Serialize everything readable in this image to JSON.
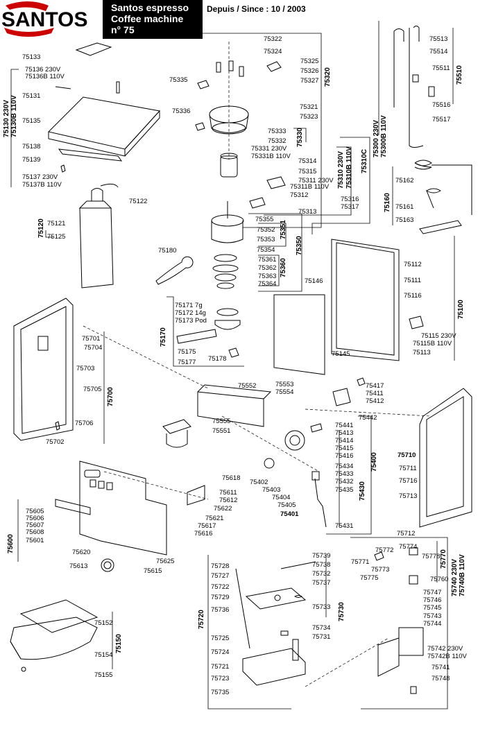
{
  "header": {
    "brand": "SANTOS",
    "line1": "Santos espresso",
    "line2": "Coffee machine",
    "line3": "n° 75",
    "since": "Depuis / Since : 10 / 2003"
  },
  "labels": {
    "p75322": "75322",
    "p75324": "75324",
    "p75325": "75325",
    "p75326": "75326",
    "p75327": "75327",
    "p75335": "75335",
    "p75321": "75321",
    "p75336": "75336",
    "p75323": "75323",
    "p75333": "75333",
    "p75332": "75332",
    "p75331": "75331  230V",
    "p75331b": "75331B 110V",
    "p75314": "75314",
    "p75315": "75315",
    "p75311": "75311 230V",
    "p75311b": "75311B 110V",
    "p75312": "75312",
    "p75316": "75316",
    "p75317": "75317",
    "p75313": "75313",
    "p75355": "75355",
    "p75352": "75352",
    "p75353": "75353",
    "p75354": "75354",
    "p75361": "75361",
    "p75362": "75362",
    "p75363": "75363",
    "p75364": "75364",
    "p75180": "75180",
    "p75171": "75171 7g",
    "p75172": "75172 14g",
    "p75173": "75173 Pod",
    "p75175": "75175",
    "p75177": "75177",
    "p75178": "75178",
    "p75133": "75133",
    "p75136": "75136 230V",
    "p75136b": "75136B 110V",
    "p75131": "75131",
    "p75135": "75135",
    "p75138": "75138",
    "p75139": "75139",
    "p75137": "75137 230V",
    "p75137b": "75137B 110V",
    "p75122": "75122",
    "p75121": "75121",
    "p75125": "75125",
    "p75513": "75513",
    "p75514": "75514",
    "p75511": "75511",
    "p75516": "75516",
    "p75517": "75517",
    "p75162": "75162",
    "p75161": "75161",
    "p75163": "75163",
    "p75112": "75112",
    "p75111": "75111",
    "p75116": "75116",
    "p75146": "75146",
    "p75115": "75115 230V",
    "p75115b": "75115B 110V",
    "p75113": "75113",
    "p75145": "75145",
    "p75701": "75701",
    "p75704": "75704",
    "p75703": "75703",
    "p75705": "75705",
    "p75706": "75706",
    "p75702": "75702",
    "p75552": "75552",
    "p75553": "75553",
    "p75554": "75554",
    "p75555": "75555",
    "p75551": "75551",
    "p75417": "75417",
    "p75411": "75411",
    "p75412": "75412",
    "p75442": "75442",
    "p75441": "75441",
    "p75413": "75413",
    "p75414": "75414",
    "p75415": "75415",
    "p75416": "75416",
    "p75434": "75434",
    "p75433": "75433",
    "p75432": "75432",
    "p75435": "75435",
    "p75402": "75402",
    "p75403": "75403",
    "p75404": "75404",
    "p75405": "75405",
    "p75401": "75401",
    "p75431": "75431",
    "p75710": "75710",
    "p75711": "75711",
    "p75716": "75716",
    "p75713": "75713",
    "p75712": "75712",
    "p75618": "75618",
    "p75611": "75611",
    "p75612": "75612",
    "p75622": "75622",
    "p75621": "75621",
    "p75617": "75617",
    "p75616": "75616",
    "p75605": "75605",
    "p75606": "75606",
    "p75607": "75607",
    "p75608": "75608",
    "p75601": "75601",
    "p75620": "75620",
    "p75625": "75625",
    "p75613": "75613",
    "p75615": "75615",
    "p75728": "75728",
    "p75727": "75727",
    "p75739": "75739",
    "p75738": "75738",
    "p75732": "75732",
    "p75737": "75737",
    "p75722": "75722",
    "p75729": "75729",
    "p75736": "75736",
    "p75733": "75733",
    "p75725": "75725",
    "p75734": "75734",
    "p75731": "75731",
    "p75724": "75724",
    "p75721": "75721",
    "p75723": "75723",
    "p75735": "75735",
    "p75772": "75772",
    "p75774": "75774",
    "p75771": "75771",
    "p75773": "75773",
    "p75778": "75778",
    "p75775": "75775",
    "p75760": "75760",
    "p75747": "75747",
    "p75746": "75746",
    "p75745": "75745",
    "p75743": "75743",
    "p75744": "75744",
    "p75742": "75742 230V",
    "p75742b": "75742B 110V",
    "p75741": "75741",
    "p75748": "75748",
    "p75152": "75152",
    "p75154": "75154",
    "p75155": "75155"
  },
  "groups": {
    "g75320": "75320",
    "g75330": "75330",
    "g75310": "75310 230V",
    "g75310b": "75310B 110V",
    "g75310c": "75310C",
    "g75350": "75350",
    "g75351": "75351",
    "g75360": "75360",
    "g75170": "75170",
    "g75130": "75130 230V",
    "g75130b": "75130B 110V",
    "g75120": "75120",
    "g75300": "75300 230V",
    "g75300b": "75300B 110V",
    "g75510": "75510",
    "g75160": "75160",
    "g75100": "75100",
    "g75700": "75700",
    "g75400": "75400",
    "g75430": "75430",
    "g75600": "75600",
    "g75720": "75720",
    "g75730": "75730",
    "g75740": "75740 230V",
    "g75740b": "75740B 110V",
    "g75770": "75770",
    "g75150": "75150"
  }
}
